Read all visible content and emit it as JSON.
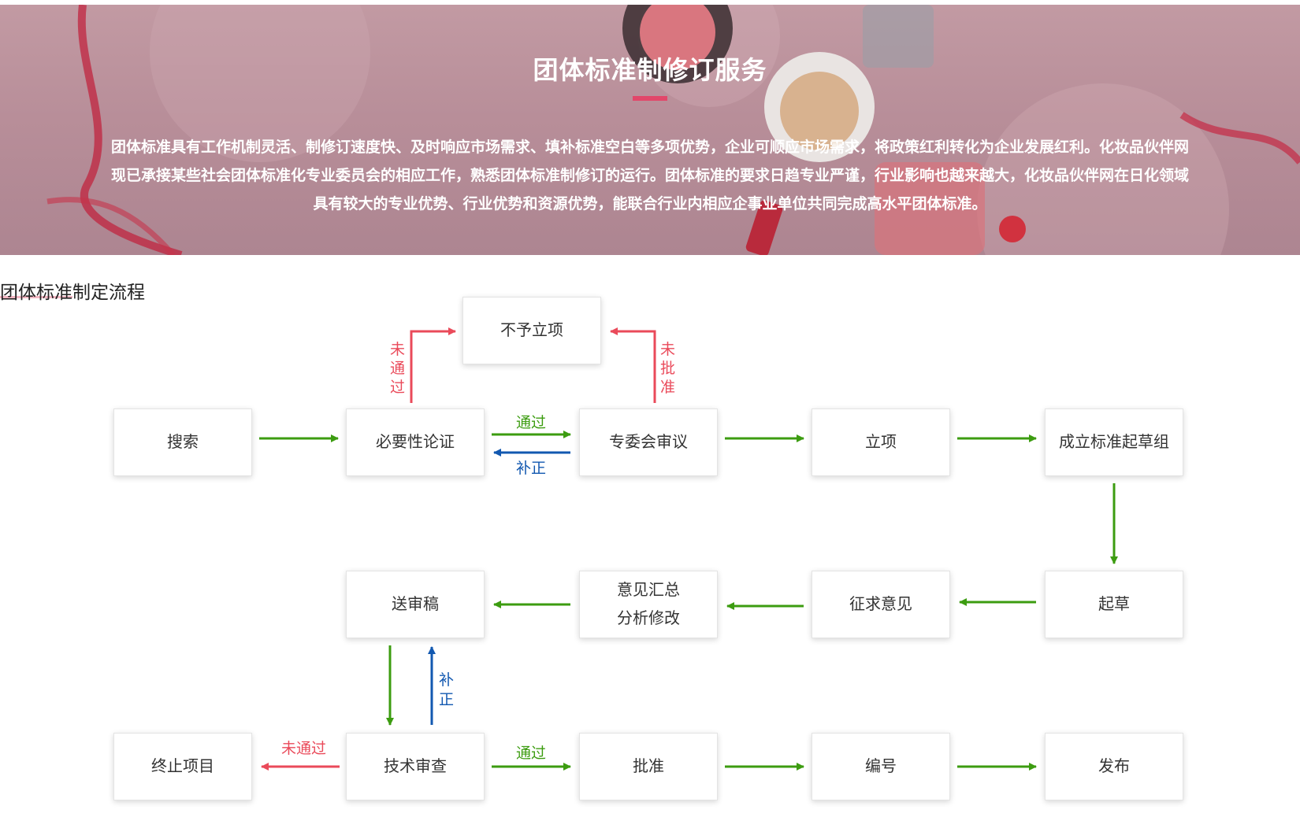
{
  "banner": {
    "title": "团体标准制修订服务",
    "desc_lines": [
      "团体标准具有工作机制灵活、制修订速度快、及时响应市场需求、填补标准空白等多项优势，企业可顺应市场需求，将政策红利转化为企业发展红利。化妆品伙伴网",
      "现已承接某些社会团体标准化专业委员会的相应工作，熟悉团体标准制修订的运行。团体标准的要求日趋专业严谨，行业影响也越来越大，化妆品伙伴网在日化领域",
      "具有较大的专业优势、行业优势和资源优势，能联合行业内相应企事业单位共同完成高水平团体标准。"
    ]
  },
  "section": {
    "title": "团体标准制定流程"
  },
  "nodes": {
    "search": "搜索",
    "argue": "必要性论证",
    "review": "专委会审议",
    "project": "立项",
    "group": "成立标准起草组",
    "reject": "不予立项",
    "submit": "送审稿",
    "summary_1": "意见汇总",
    "summary_2": "分析修改",
    "consult": "征求意见",
    "draft": "起草",
    "terminate": "终止项目",
    "tech": "技术审查",
    "approve": "批准",
    "number": "编号",
    "publish": "发布"
  },
  "labels": {
    "not_passed": "未通过",
    "not_approved": "未批准",
    "passed": "通过",
    "correction": "补正"
  },
  "colors": {
    "green": "#3c9c10",
    "red": "#ea4a5a",
    "blue": "#1258b0",
    "accent": "#e2476a"
  }
}
